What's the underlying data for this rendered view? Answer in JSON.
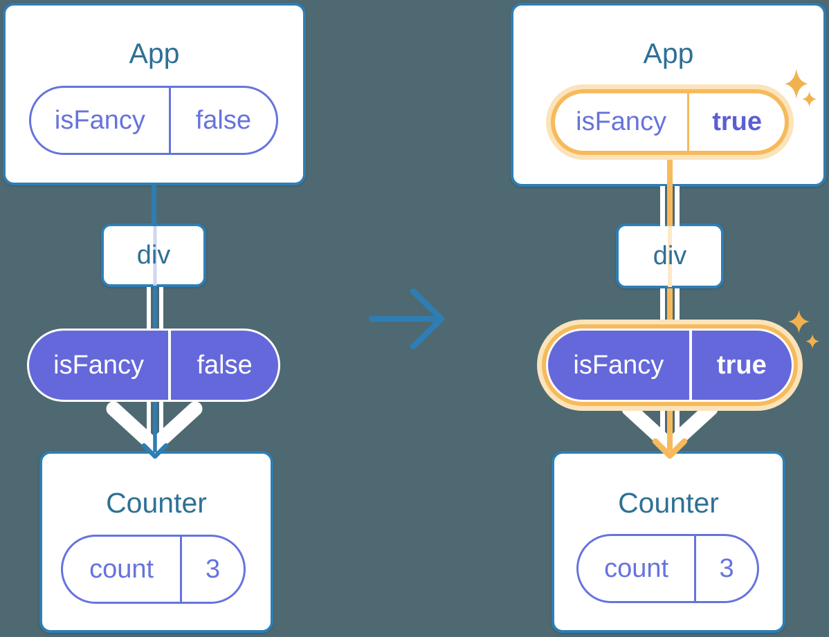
{
  "diagram": {
    "colors": {
      "background": "#4e6971",
      "card_bg": "#ffffff",
      "card_border": "#2e7eb3",
      "title_text": "#2e7095",
      "purple": "#6673dd",
      "purple_bold": "#5b5fd3",
      "pill_fill": "#6568da",
      "light_blue_line": "#ccd7ef",
      "orange": "#f6ba5c",
      "orange_glow": "#fbe3ba",
      "orange_light_line": "#fde8c8",
      "sparkle": "#f2b14f",
      "white": "#ffffff"
    },
    "trees": [
      {
        "app_title": "App",
        "app_prop_name": "isFancy",
        "app_prop_value": "false",
        "div_label": "div",
        "passed_prop_name": "isFancy",
        "passed_prop_value": "false",
        "counter_title": "Counter",
        "state_name": "count",
        "state_value": "3"
      },
      {
        "app_title": "App",
        "app_prop_name": "isFancy",
        "app_prop_value": "true",
        "div_label": "div",
        "passed_prop_name": "isFancy",
        "passed_prop_value": "true",
        "counter_title": "Counter",
        "state_name": "count",
        "state_value": "3"
      }
    ]
  }
}
